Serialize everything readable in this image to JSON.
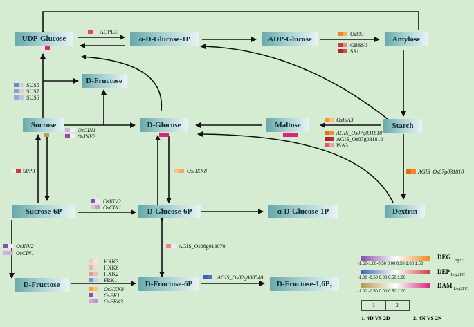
{
  "nodes": {
    "udp_glucose": "UDP-Glucose",
    "a_d_glucose_1p_top": "α-D-Glucose-1P",
    "adp_glucose": "ADP-Glucose",
    "amylose": "Amylose",
    "d_fructose_top": "D-Fructose",
    "sucrose": "Sucrose",
    "d_glucose": "D-Glucose",
    "maltose": "Maltose",
    "starch": "Starch",
    "sucrose_6p": "Sucrose-6P",
    "d_glucose_6p": "D-Glucose-6P",
    "a_d_glucose_1p_mid": "α-D-Glucose-1P",
    "dextrin": "Dextrin",
    "d_fructose_bottom": "D-Fructose",
    "d_fructose_6p": "D-Fructose-6P",
    "d_fructose_16p2": "D-Fructose-1,6P",
    "d_fructose_16p2_sub": "2"
  },
  "genes": {
    "agpl3": "AGPL3",
    "ossss1": "OsSSI",
    "gbssii": "GBSSII",
    "ss1": "SS1",
    "sus5": "SUS5",
    "sus7": "SUS7",
    "sus6": "SUS6",
    "oscin1_a": "OsCIN1",
    "osinv2_a": "OsINV2",
    "osisa3": "OsISA3",
    "agis_a": "AGIS_Os07g031810",
    "agis_b": "AGIS_Os07g031810",
    "isa3": "ISA3",
    "spp3": "SPP3",
    "oshxk8_a": "OsHXK8",
    "agis_c": "AGIS_Os07g031810",
    "osinv2_b": "OsINV2",
    "oscin1_b": "OsCIN1",
    "agis_os06": "AGIS_Os06g013070",
    "osinv2_c": "OsINV2",
    "oscin1_c": "OsCIN1",
    "hxk3": "HXK3",
    "hxk6": "HXK6",
    "hxk2": "HXK2",
    "frk1": "FRK1",
    "oshxk8_b": "OsHXK8",
    "osfk1": "OsFK1",
    "osfrk3": "OsFRK3",
    "agis_os02": "AGIS_Os02g000540"
  },
  "cells": {
    "agpl3": [
      "#d94f57",
      "#f3dcdc"
    ],
    "ossss1": [
      "#f0891f",
      "#f4b066"
    ],
    "gbssii": [
      "#c93a40",
      "#e58a8c"
    ],
    "ss1": [
      "#b82028",
      "#d34c52"
    ],
    "udp_dam": [
      "#f3e1ea",
      "#d8257d"
    ],
    "sus5": [
      "#6a8bc7",
      "#c9d3ea"
    ],
    "sus7": [
      "#8ba2d1",
      "#eec7c6"
    ],
    "sus6": [
      "#93abd6",
      "#bac8e4"
    ],
    "sucrose_dam": [
      "#b99a56"
    ],
    "oscin1_a": [
      "#cdb4dd",
      "#f2ebf5"
    ],
    "osinv2_a": [
      "#8a4fa8",
      "#f2ebf5"
    ],
    "glucose_dam": [
      "#d8257d",
      "#d8257d"
    ],
    "osisa3": [
      "#f29a3a",
      "#f7c07f"
    ],
    "agis_a": [
      "#eb6e17",
      "#f29233"
    ],
    "agis_b": [
      "#b01f24",
      "#b92b30"
    ],
    "isa3": [
      "#d65a5e",
      "#eaa0a2"
    ],
    "maltose_dam": [
      "#d8257d",
      "#d8257d",
      "#d8257d"
    ],
    "spp3": [
      "#f6ecec",
      "#d33a3f"
    ],
    "oshxk8_a": [
      "#f6c48c",
      "#f4a85a"
    ],
    "agis_c": [
      "#ea6a16",
      "#ef8a2c"
    ],
    "osinv2_b": [
      "#8a4fa8",
      "#f2ebf5"
    ],
    "oscin1_b": [
      "#d6c4e3",
      "#bca1cf"
    ],
    "agis_os06": [
      "#e3868a",
      "#f5e8e8"
    ],
    "osinv2_c": [
      "#8a4fa8",
      "#f2ebf5"
    ],
    "oscin1_c": [
      "#cdb4dd",
      "#c8b0d9"
    ],
    "hxk3": [
      "#f1c9c9",
      "#f6e3e3"
    ],
    "hxk6": [
      "#eab3b4",
      "#f3d8d8"
    ],
    "hxk2": [
      "#e59a9c",
      "#ebbcbd"
    ],
    "frk1": [
      "#7a95cb",
      "#c6d2ea"
    ],
    "oshxk8_b": [
      "#f4a044",
      "#f7c07f"
    ],
    "osfk1": [
      "#8a4fa8",
      "#e9e0f0"
    ],
    "osfrk3": [
      "#c9a9da",
      "#b996cd"
    ],
    "agis_os02": [
      "#3f63b4",
      "#4f70bb"
    ]
  },
  "legend": {
    "deg": "DEG",
    "dep": "DEP",
    "dam": "DAM",
    "unit": "Log",
    "unit_sub": "2",
    "unit_fc": "FC",
    "deg_ticks": "-1.50-1.00-0.50 0.00 0.50 1.00 1.50",
    "dep_ticks": "-1.00   -0.50   0.00    0.50    1.00",
    "dam_ticks": "-1.00  -0.50   0.00    0.50   1.00",
    "deg_colors": [
      "#8a4fa8",
      "#ffffff",
      "#f0891f"
    ],
    "dep_colors": [
      "#3f63b4",
      "#ffffff",
      "#d33a3f"
    ],
    "dam_colors": [
      "#b99a56",
      "#ffffff",
      "#d8257d"
    ],
    "box1": "1",
    "box2": "2",
    "note1": "1. 4D VS 2D",
    "note2": "2. 4N VS 2N"
  }
}
